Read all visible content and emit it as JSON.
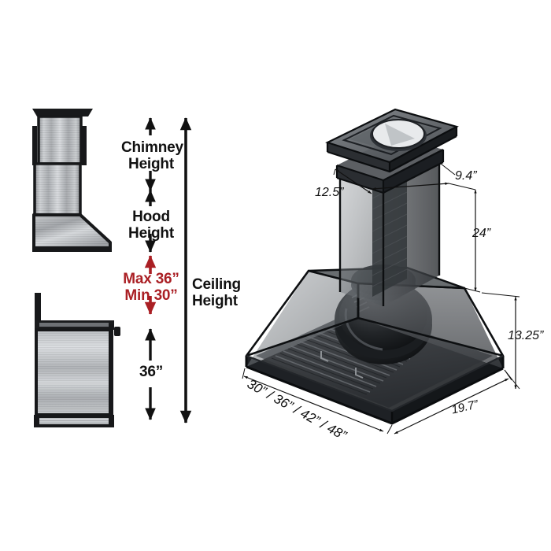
{
  "diagram": {
    "title": "Range Hood Installation Dimension Diagram",
    "background_color": "#ffffff",
    "ink_color": "#111111",
    "accent_color": "#aa1f24"
  },
  "installation_column": {
    "items": [
      {
        "id": "chimney-height",
        "label": "Chimney\nHeight",
        "color": "#111111"
      },
      {
        "id": "hood-height",
        "label": "Hood\nHeight",
        "color": "#111111"
      },
      {
        "id": "clearance",
        "label": "Max 36”\nMin 30”",
        "color": "#aa1f24"
      },
      {
        "id": "counter-height",
        "label": "36”",
        "color": "#111111"
      }
    ],
    "ceiling": {
      "id": "ceiling-height",
      "label": "Ceiling\nHeight",
      "color": "#111111"
    }
  },
  "hood_dimensions": [
    {
      "id": "chimney-depth",
      "label": "12.5”"
    },
    {
      "id": "chimney-width",
      "label": "9.4”"
    },
    {
      "id": "chimney-height",
      "label": "24”"
    },
    {
      "id": "canopy-height",
      "label": "13.25”"
    },
    {
      "id": "hood-width-options",
      "label": "30” / 36” / 42” / 48”"
    },
    {
      "id": "hood-depth",
      "label": "19.7”"
    }
  ],
  "views": {
    "side_profile": {
      "id": "side-profile-view",
      "name": "hood-side-profile"
    },
    "front_range": {
      "id": "range-front-view",
      "name": "range-front-view"
    },
    "isometric": {
      "id": "hood-isometric-view",
      "name": "hood-isometric-render"
    }
  }
}
